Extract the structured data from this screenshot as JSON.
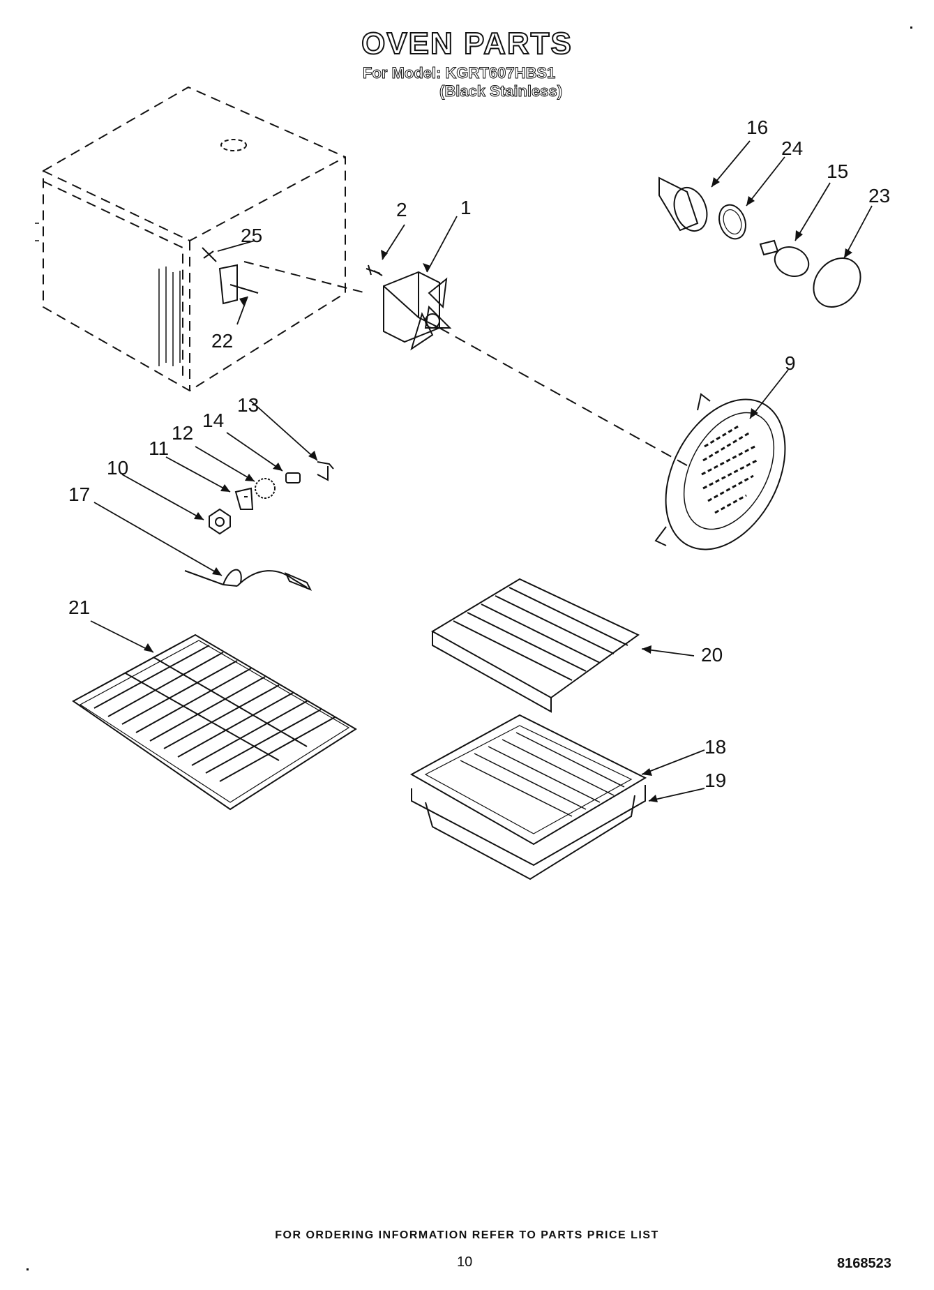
{
  "header": {
    "title": "OVEN PARTS",
    "model": "For Model: KGRT607HBS1",
    "finish": "(Black Stainless)"
  },
  "callouts": [
    "1",
    "2",
    "9",
    "10",
    "11",
    "12",
    "13",
    "14",
    "15",
    "16",
    "17",
    "18",
    "19",
    "20",
    "21",
    "22",
    "23",
    "24",
    "25"
  ],
  "footer": {
    "note": "FOR ORDERING INFORMATION REFER TO PARTS PRICE LIST",
    "page_number": "10",
    "document_number": "8168523"
  }
}
